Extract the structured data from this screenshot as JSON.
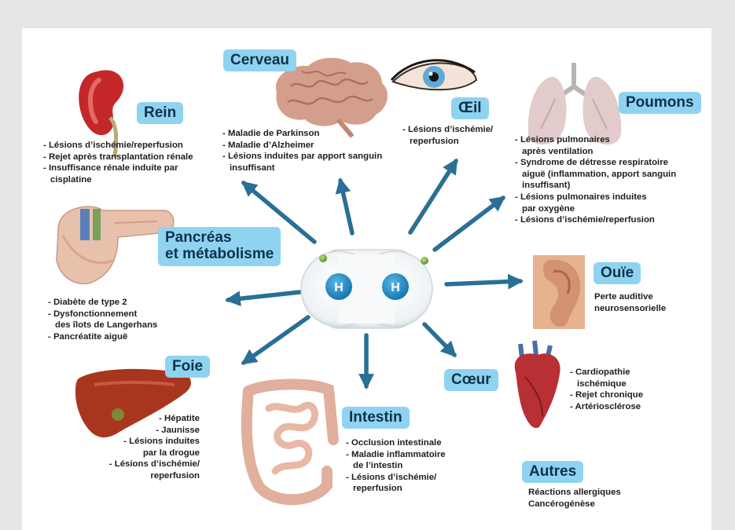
{
  "center": {
    "atom1": "H",
    "atom2": "H"
  },
  "organs": {
    "rein": {
      "title": "Rein",
      "items": [
        "- Lésions d’ischémie/reperfusion",
        "- Rejet après transplantation rénale",
        "- Insuffisance rénale induite par",
        "cisplatine"
      ]
    },
    "cerveau": {
      "title": "Cerveau",
      "items": [
        "- Maladie de Parkinson",
        "- Maladie d’Alzheimer",
        "- Lésions induites par apport sanguin",
        "insuffisant"
      ]
    },
    "oeil": {
      "title": "Œil",
      "items": [
        "- Lésions d’ischémie/",
        "reperfusion"
      ]
    },
    "poumons": {
      "title": "Poumons",
      "items": [
        "- Lésions pulmonaires",
        "après ventilation",
        "- Syndrome de détresse respiratoire",
        "aiguë (inflammation, apport sanguin",
        "insuffisant)",
        "- Lésions pulmonaires induites",
        "par oxygène",
        "- Lésions d’ischémie/reperfusion"
      ]
    },
    "pancreas": {
      "title_line1": "Pancréas",
      "title_line2": "et métabolisme",
      "items": [
        "- Diabète de type 2",
        "- Dysfonctionnement",
        "des îlots de Langerhans",
        "- Pancréatite aiguë"
      ]
    },
    "ouie": {
      "title": "Ouïe",
      "items": [
        "Perte auditive",
        "neurosensorielle"
      ]
    },
    "foie": {
      "title": "Foie",
      "items": [
        "- Hépatite",
        "- Jaunisse",
        "- Lésions induites",
        "par la drogue",
        "- Lésions d’ischémie/",
        "reperfusion"
      ]
    },
    "intestin": {
      "title": "Intestin",
      "items": [
        "- Occlusion intestinale",
        "- Maladie inflammatoire",
        "de l’intestin",
        "- Lésions d’ischémie/",
        "reperfusion"
      ]
    },
    "coeur": {
      "title": "Cœur",
      "items": [
        "- Cardiopathie",
        "ischémique",
        "- Rejet chronique",
        "- Artériosclérose"
      ]
    },
    "autres": {
      "title": "Autres",
      "items": [
        "Réactions allergiques",
        "Cancérogénèse"
      ]
    }
  },
  "colors": {
    "label_bg": "#8fd3f0",
    "arrow": "#2a6f95",
    "atom": "#1f86bd",
    "background": "#e6e6e6"
  }
}
